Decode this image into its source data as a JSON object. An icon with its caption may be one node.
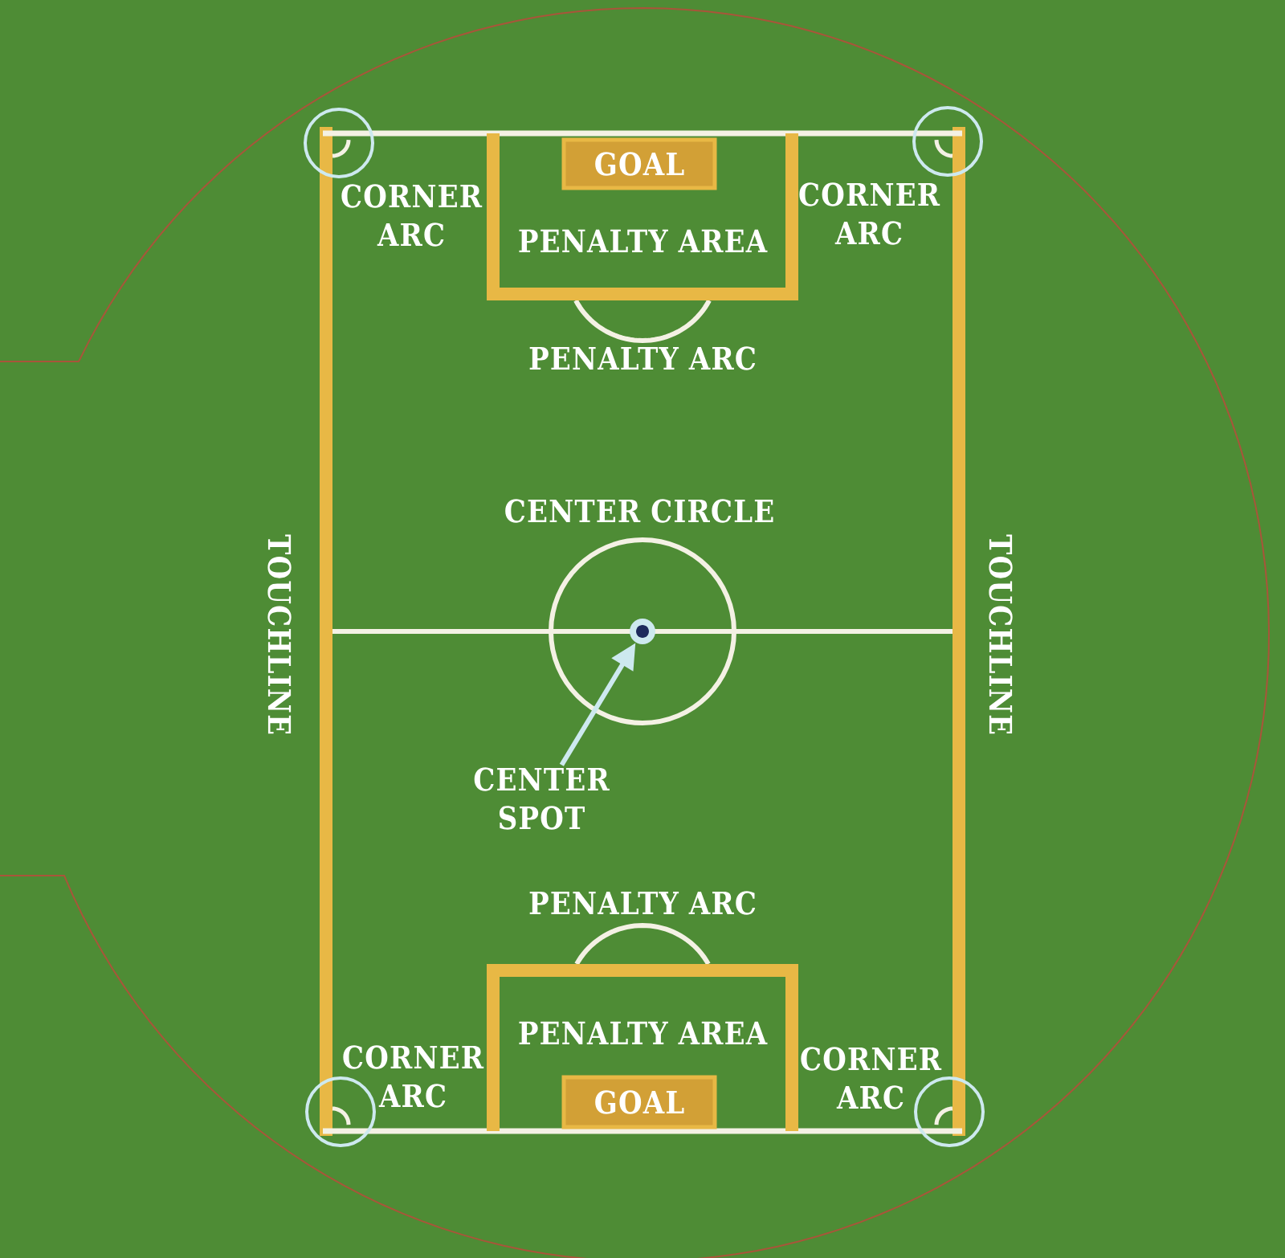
{
  "diagram": {
    "nodes": [
      {
        "text": [
          "PENALTY AREA"
        ]
      },
      {
        "text": [
          "GOAL"
        ],
        "in": 0
      },
      {
        "text": [],
        "shape": "circle"
      },
      {
        "text": [
          "CENTER SPOT"
        ]
      },
      {
        "text": [
          "PENALTY AREA"
        ]
      },
      {
        "text": [
          "GOAL"
        ],
        "in": 4
      }
    ],
    "edges": [
      {
        "from": 3,
        "to": 2,
        "arrow": "to"
      }
    ],
    "labels": [
      "CORNER ARC",
      "CORNER ARC",
      "PENALTY ARC",
      "CENTER CIRCLE",
      "TOUCHLINE",
      "TOUCHLINE",
      "PENALTY ARC",
      "CORNER ARC",
      "CORNER ARC"
    ]
  }
}
